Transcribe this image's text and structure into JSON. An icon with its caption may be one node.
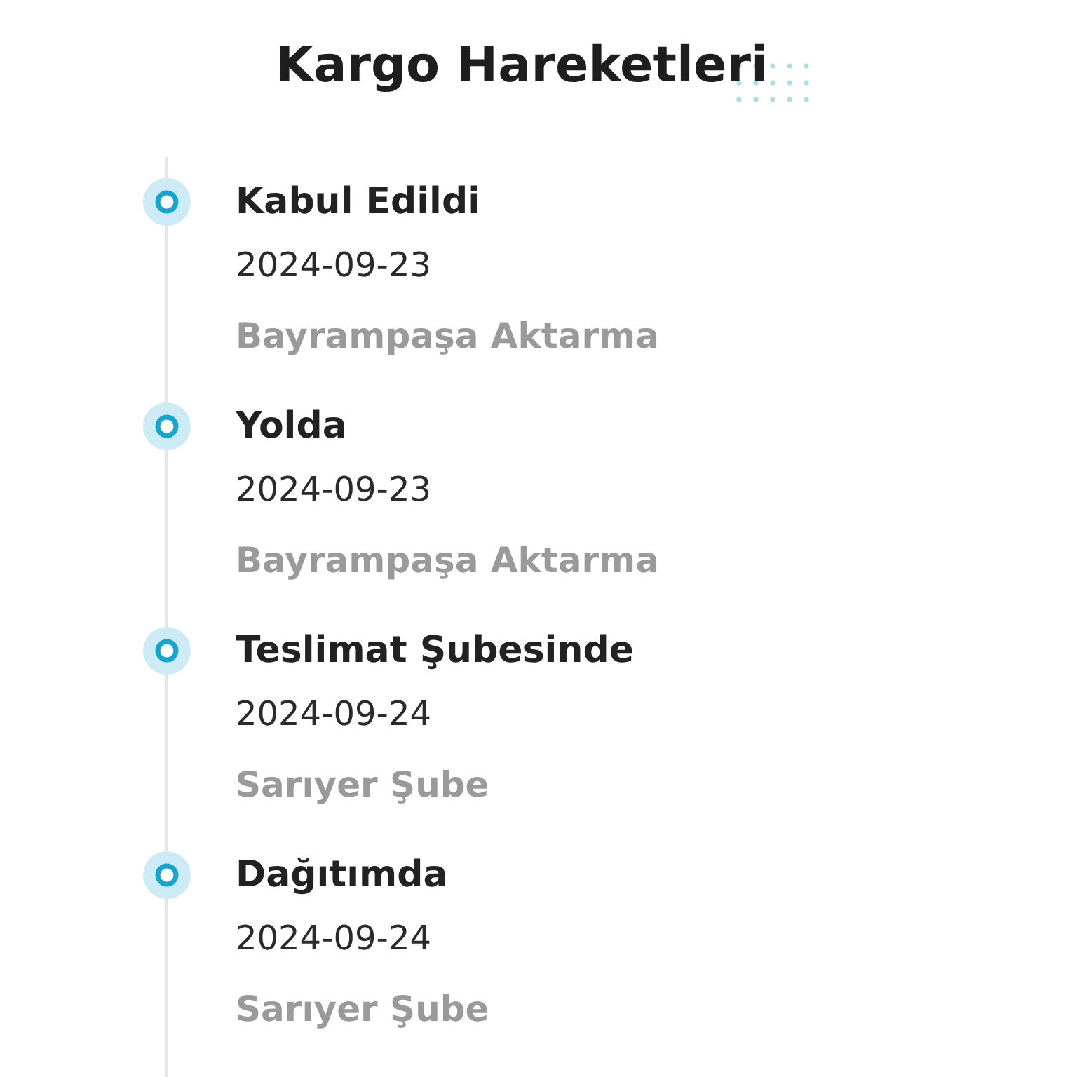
{
  "diagram": {
    "title": "Kargo Hareketleri",
    "nodes": [
      {
        "text": [],
        "shape": "circle",
        "beside": [
          "Kabul Edildi",
          "2024-09-23",
          "Bayrampaşa Aktarma"
        ]
      },
      {
        "text": [],
        "shape": "circle",
        "beside": [
          "Yolda",
          "2024-09-23",
          "Bayrampaşa Aktarma"
        ]
      },
      {
        "text": [],
        "shape": "circle",
        "beside": [
          "Teslimat Şubesinde",
          "2024-09-24",
          "Sarıyer Şube"
        ]
      },
      {
        "text": [],
        "shape": "circle",
        "beside": [
          "Dağıtımda",
          "2024-09-24",
          "Sarıyer Şube"
        ]
      }
    ],
    "edges": [
      {
        "from": null,
        "to": 0,
        "arrow": "none"
      },
      {
        "from": 0,
        "to": 1,
        "arrow": "none"
      },
      {
        "from": 1,
        "to": 2,
        "arrow": "none"
      },
      {
        "from": 2,
        "to": 3,
        "arrow": "none"
      },
      {
        "from": 3,
        "to": null,
        "arrow": "none"
      }
    ]
  }
}
